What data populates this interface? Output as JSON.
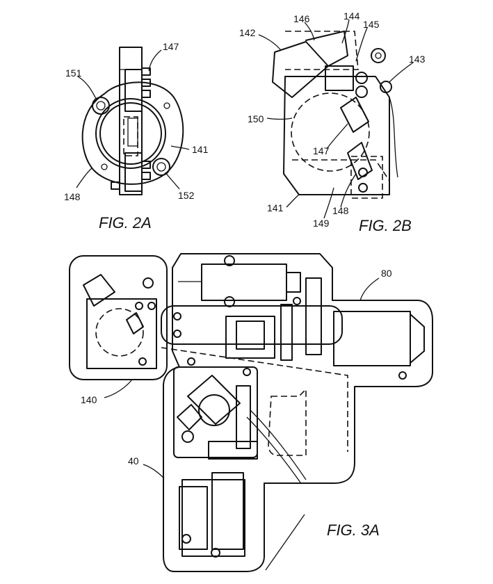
{
  "figures": {
    "fig2a": {
      "caption": "FIG. 2A",
      "labels": {
        "r151": "151",
        "r147": "147",
        "r141": "141",
        "r148": "148",
        "r152": "152"
      }
    },
    "fig2b": {
      "caption": "FIG. 2B",
      "labels": {
        "r142": "142",
        "r146": "146",
        "r144": "144",
        "r145": "145",
        "r143": "143",
        "r150": "150",
        "r147": "147",
        "r141": "141",
        "r149": "149",
        "r148": "148"
      }
    },
    "fig3a": {
      "caption": "FIG. 3A",
      "labels": {
        "r80": "80",
        "r140": "140",
        "r40": "40"
      }
    }
  },
  "colors": {
    "ink": "#111111",
    "paper": "#ffffff"
  }
}
